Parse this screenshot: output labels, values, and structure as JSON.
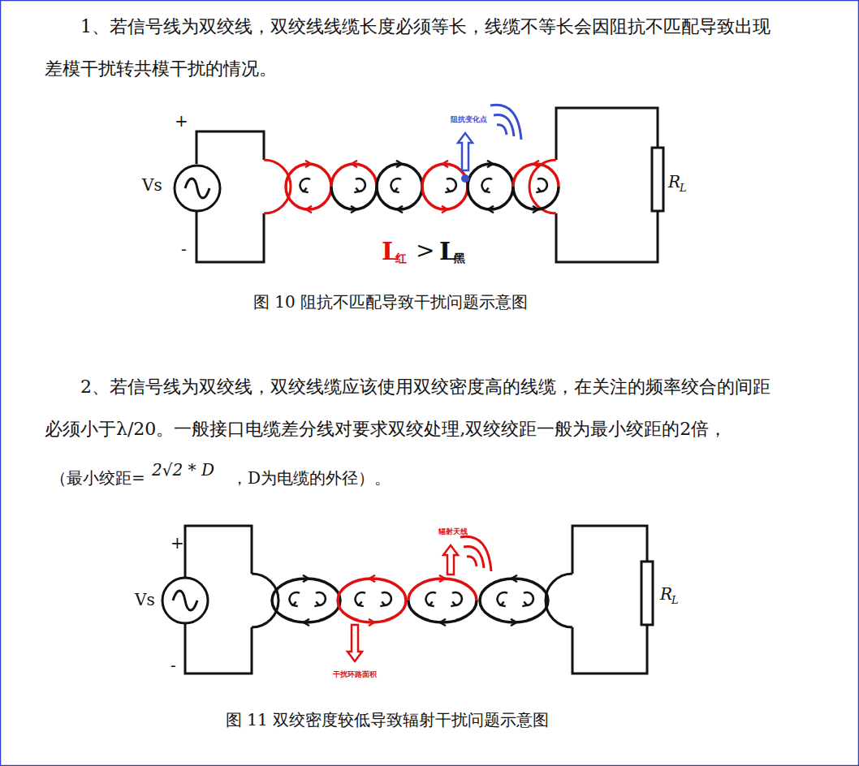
{
  "diagram": {
    "labels": [
      "1、若信号线为双绞线，双绞线线缆长度必须等长，线缆不等长会因阻抗不匹配导致出现差模干扰转共模干扰的情况。",
      "+",
      "Vs",
      "-",
      "阻抗变化点",
      "L",
      "红",
      ">",
      "L",
      "黑",
      "R",
      "L",
      "图 10 阻抗不匹配导致干扰问题示意图",
      "2、若信号线为双绞线，双绞线缆应该使用双绞密度高的线缆，在关注的频率绞合的间距必须小于λ/20。一般接口电缆差分线对要求双绞处理,双绞绞距一般为最小绞距的2倍，",
      "（最小绞距=",
      "2√2 * D",
      "，D为电缆的外径）。",
      "+",
      "Vs",
      "-",
      "辐射天线",
      "干扰环路面积",
      "R",
      "L",
      "图 11 双绞密度较低导致辐射干扰问题示意图"
    ]
  }
}
